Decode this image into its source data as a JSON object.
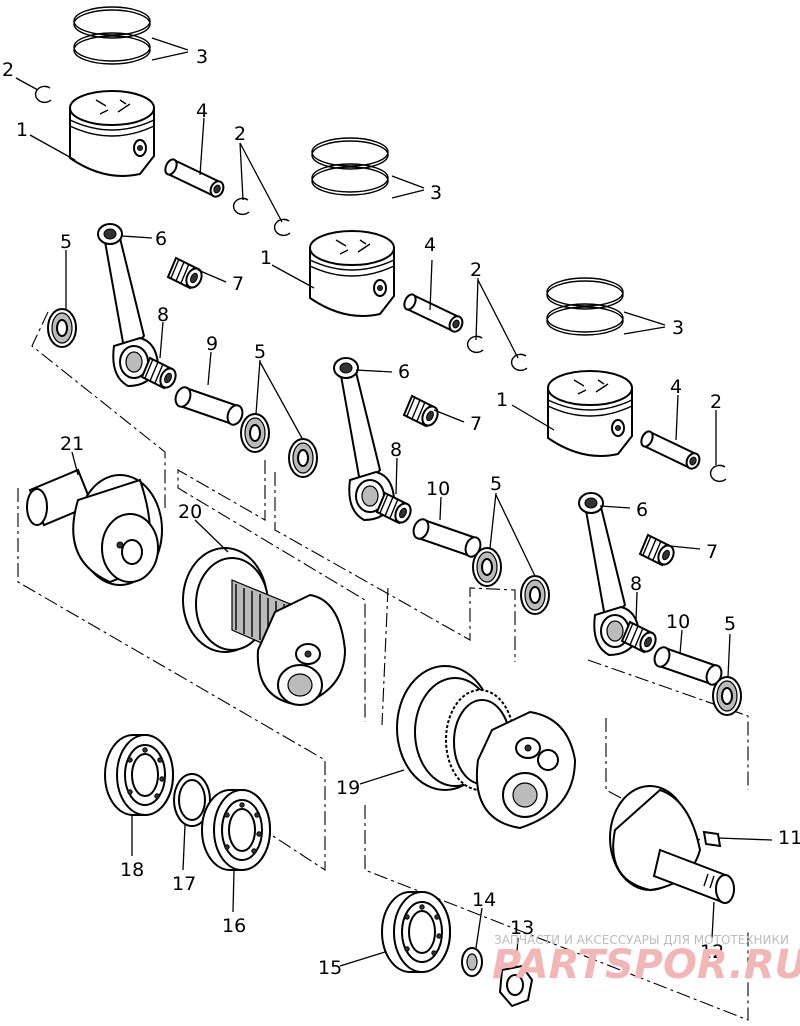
{
  "callouts": {
    "c1": "1",
    "c2": "2",
    "c3": "3",
    "c4": "4",
    "c5": "5",
    "c6": "6",
    "c7": "7",
    "c8": "8",
    "c9": "9",
    "c10": "10",
    "c11": "11",
    "c12": "12",
    "c13": "13",
    "c14": "14",
    "c15": "15",
    "c16": "16",
    "c17": "17",
    "c18": "18",
    "c19": "19",
    "c20": "20",
    "c21": "21"
  },
  "watermark": {
    "tagline": "ЗАПЧАСТИ И АКСЕССУАРЫ ДЛЯ МОТОТЕХНИКИ",
    "logo": "PARTSPOR.RU"
  },
  "colors": {
    "line": "#000000",
    "background": "#ffffff",
    "watermark_logo": "#f3b6b6",
    "watermark_text": "#bdbdbd"
  }
}
